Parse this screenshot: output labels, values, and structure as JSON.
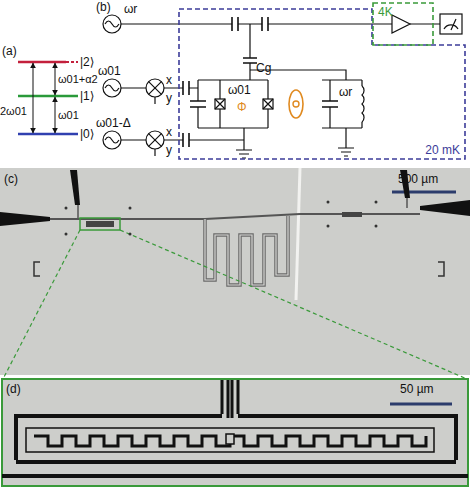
{
  "diagram": {
    "nodes": [
      {
        "text": [
          "20 mK"
        ]
      },
      {
        "text": [
          "4K"
        ]
      }
    ],
    "labels": [
      "(a)",
      "|2⟩",
      "|1⟩",
      "|0⟩",
      "ω01+α2",
      "2ω01",
      "ω01",
      "(b)",
      "ωr",
      "ω01",
      "x",
      "y",
      "ω01-Δ",
      "x",
      "y",
      "Cg",
      "ω01",
      "Φ",
      "ωr",
      "(c)",
      "500 µm",
      "(d)",
      "50 µm"
    ]
  }
}
